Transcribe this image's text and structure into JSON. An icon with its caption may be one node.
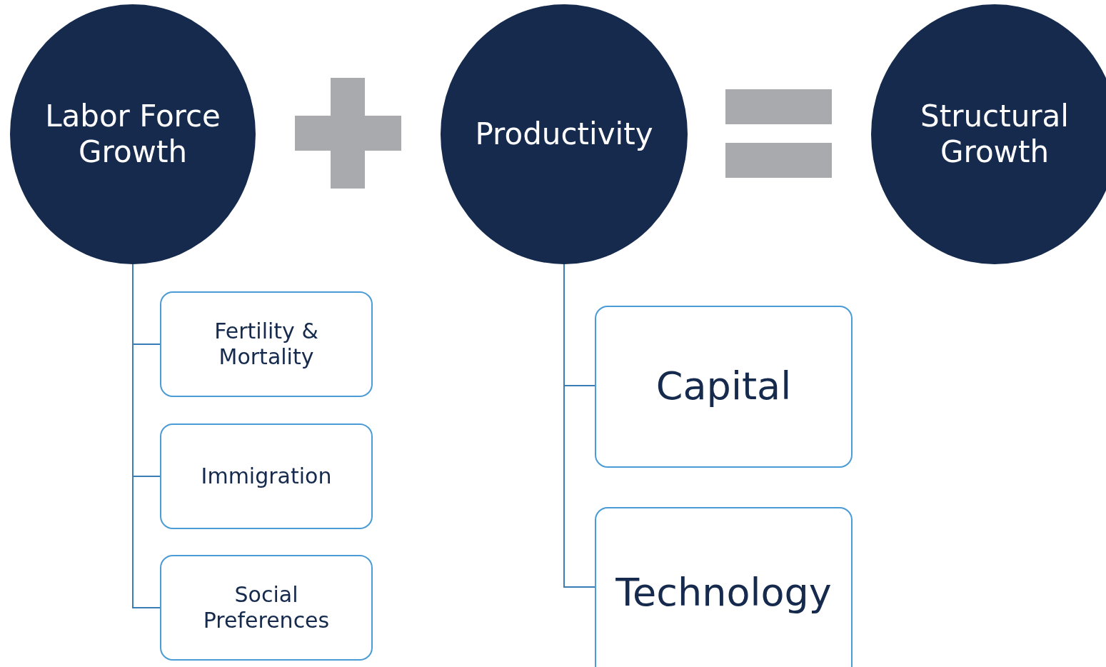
{
  "diagram": {
    "nodes": [
      {
        "text": [
          "Labor Force Growth"
        ]
      },
      {
        "text": [
          "Productivity"
        ]
      },
      {
        "text": [
          "Structural Growth"
        ]
      },
      {
        "text": [
          "Fertility & Mortality"
        ]
      },
      {
        "text": [
          "Immigration"
        ]
      },
      {
        "text": [
          "Social Preferences"
        ]
      },
      {
        "text": [
          "Capital"
        ]
      },
      {
        "text": [
          "Technology"
        ]
      }
    ],
    "edges": [
      {
        "from": 0,
        "to": 3,
        "arrow": "none"
      },
      {
        "from": 0,
        "to": 4,
        "arrow": "none"
      },
      {
        "from": 0,
        "to": 5,
        "arrow": "none"
      },
      {
        "from": 1,
        "to": 6,
        "arrow": "none"
      },
      {
        "from": 1,
        "to": 7,
        "arrow": "none"
      }
    ]
  }
}
